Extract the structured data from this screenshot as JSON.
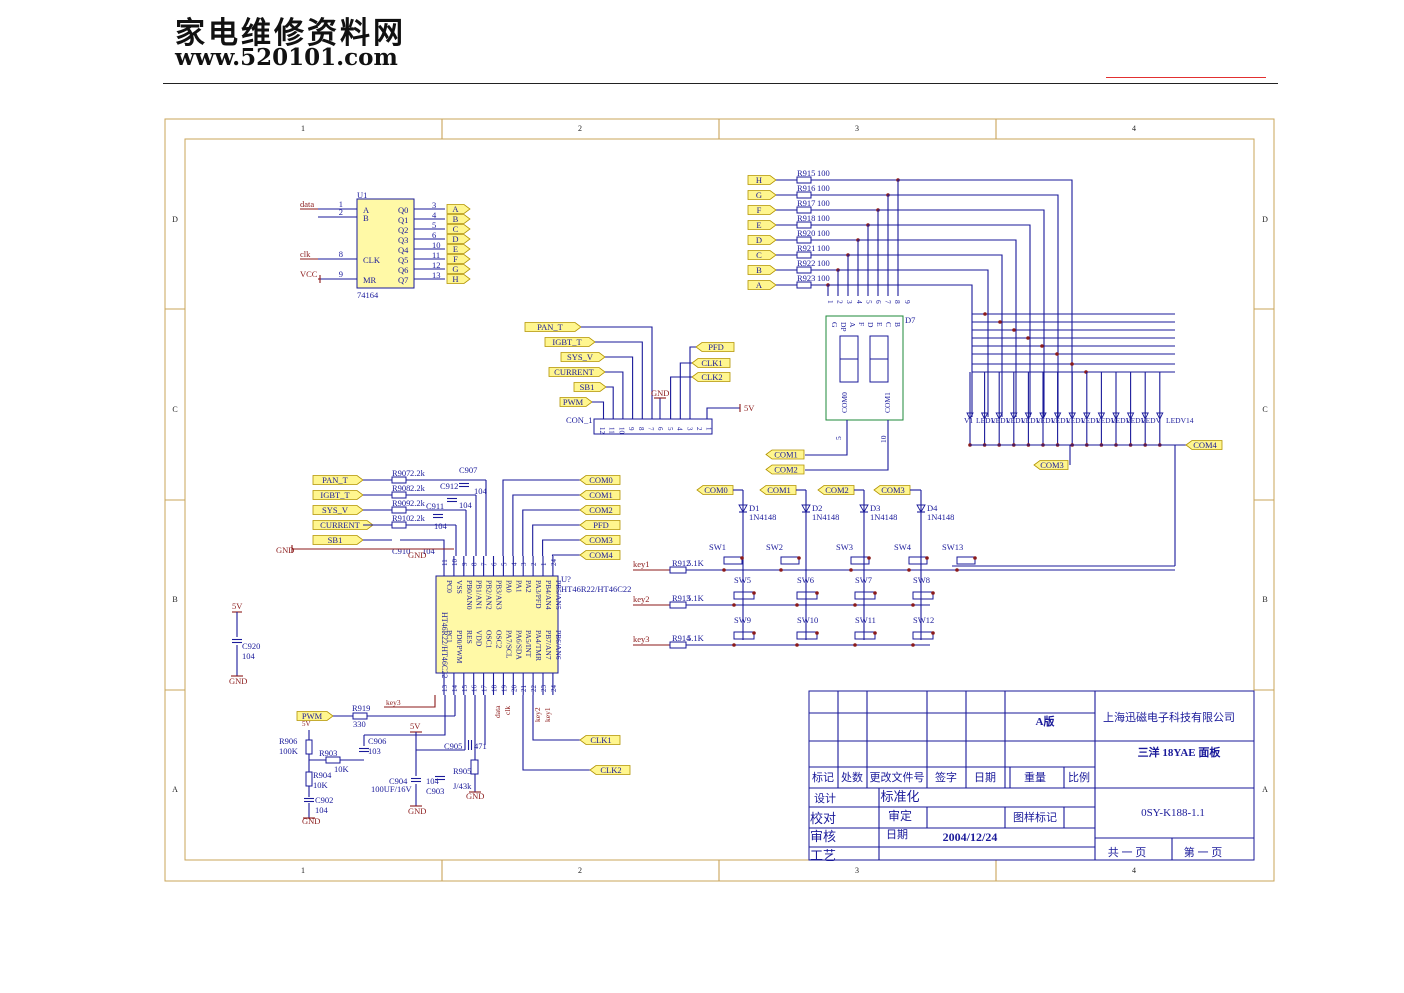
{
  "header": {
    "site_name": "家电维修资料网",
    "url": "www.520101.com"
  },
  "frame": {
    "columns": [
      "1",
      "2",
      "3",
      "4"
    ],
    "rows": [
      "D",
      "C",
      "B",
      "A"
    ]
  },
  "u1": {
    "ref": "U1",
    "part": "74164",
    "inputs": [
      {
        "num": "1",
        "name": "A",
        "net": "data"
      },
      {
        "num": "2",
        "name": "B",
        "net": ""
      },
      {
        "num": "8",
        "name": "CLK",
        "net": "clk"
      },
      {
        "num": "9",
        "name": "MR",
        "net": "VCC"
      }
    ],
    "outputs": [
      {
        "num": "3",
        "name": "Q0",
        "net": "A"
      },
      {
        "num": "4",
        "name": "Q1",
        "net": "B"
      },
      {
        "num": "5",
        "name": "Q2",
        "net": "C"
      },
      {
        "num": "6",
        "name": "Q3",
        "net": "D"
      },
      {
        "num": "10",
        "name": "Q4",
        "net": "E"
      },
      {
        "num": "11",
        "name": "Q5",
        "net": "F"
      },
      {
        "num": "12",
        "name": "Q6",
        "net": "G"
      },
      {
        "num": "13",
        "name": "Q7",
        "net": "H"
      }
    ]
  },
  "seg_res": [
    {
      "net": "H",
      "ref": "R915",
      "val": "100"
    },
    {
      "net": "G",
      "ref": "R916",
      "val": "100"
    },
    {
      "net": "F",
      "ref": "R917",
      "val": "100"
    },
    {
      "net": "E",
      "ref": "R918",
      "val": "100"
    },
    {
      "net": "D",
      "ref": "R920",
      "val": "100"
    },
    {
      "net": "C",
      "ref": "R921",
      "val": "100"
    },
    {
      "net": "B",
      "ref": "R922",
      "val": "100"
    },
    {
      "net": "A",
      "ref": "R923",
      "val": "100"
    }
  ],
  "d7": {
    "ref": "D7",
    "pins": [
      "1",
      "2",
      "3",
      "4",
      "5",
      "6",
      "7",
      "8",
      "9"
    ],
    "seg_labels": [
      "G",
      "DP",
      "A",
      "F",
      "D",
      "E",
      "C",
      "B"
    ],
    "com0": "COM0",
    "com1": "COM1",
    "com0_pin": "5",
    "com1_pin": "10"
  },
  "leds": {
    "first": "V1",
    "last": "LEDV14",
    "mid_labels": [
      "LEDV",
      "LEDV",
      "LEDV",
      "LEDV",
      "LEDV",
      "LEDV",
      "LEDV",
      "LEDV",
      "LEDV",
      "LEDV",
      "LEDV",
      "LEDV"
    ],
    "com_right": "COM4",
    "com_left": "COM3"
  },
  "com_bottom": [
    "COM1",
    "COM2"
  ],
  "connector": {
    "ref": "CON_1",
    "pins": [
      "12",
      "11",
      "10",
      "9",
      "8",
      "7",
      "6",
      "5",
      "4",
      "3",
      "2",
      "1"
    ],
    "left_nets": [
      "PAN_T",
      "IGBT_T",
      "SYS_V",
      "CURRENT",
      "SB1",
      "PWM"
    ],
    "right_nets": [
      "PFD",
      "CLK1",
      "CLK2"
    ],
    "gnd": "GND",
    "v5": "5V"
  },
  "mcu": {
    "ref": "U?",
    "part": "HT46R22/HT46C22",
    "side_label": "HT46R22/HT46C22",
    "top_pins": [
      {
        "num": "11",
        "name": "PC0"
      },
      {
        "num": "10",
        "name": "VSS"
      },
      {
        "num": "9",
        "name": "PB0/AN0"
      },
      {
        "num": "8",
        "name": "PB1/AN1"
      },
      {
        "num": "7",
        "name": "PB2/AN2"
      },
      {
        "num": "6",
        "name": "PB3/AN3"
      },
      {
        "num": "5",
        "name": "PA0"
      },
      {
        "num": "4",
        "name": "PA1"
      },
      {
        "num": "3",
        "name": "PA2"
      },
      {
        "num": "2",
        "name": "PA3/PFD"
      },
      {
        "num": "1",
        "name": "PB4/AN4"
      },
      {
        "num": "24",
        "name": "PB5/AN5"
      }
    ],
    "bottom_pins": [
      {
        "num": "13",
        "name": "PC1"
      },
      {
        "num": "14",
        "name": "PD0/PWM"
      },
      {
        "num": "15",
        "name": "RES"
      },
      {
        "num": "16",
        "name": "VDD"
      },
      {
        "num": "17",
        "name": "OSC1"
      },
      {
        "num": "18",
        "name": "OSC2"
      },
      {
        "num": "19",
        "name": "PA7/SCL"
      },
      {
        "num": "20",
        "name": "PA6/SDA"
      },
      {
        "num": "21",
        "name": "PA5/INT"
      },
      {
        "num": "22",
        "name": "PA4/TMR"
      },
      {
        "num": "23",
        "name": "PB7/AN7"
      },
      {
        "num": "24",
        "name": "PB6/AN6"
      }
    ],
    "bottom_nets": [
      "data",
      "clk",
      "key2",
      "key1"
    ],
    "key3": "key3"
  },
  "mcu_inputs": [
    {
      "net": "PAN_T",
      "ref": "R907",
      "val": "2.2k"
    },
    {
      "net": "IGBT_T",
      "ref": "R908",
      "val": "2.2k"
    },
    {
      "net": "SYS_V",
      "ref": "R909",
      "val": "2.2k"
    },
    {
      "net": "CURRENT",
      "ref": "R910",
      "val": "2.2k"
    },
    {
      "net": "SB1",
      "ref": "C910",
      "val": "104"
    }
  ],
  "mcu_caps": [
    {
      "ref": "C907",
      "val": "104"
    },
    {
      "ref": "C912",
      "val": "104"
    },
    {
      "ref": "C911",
      "val": "104"
    }
  ],
  "mcu_gnd": "GND",
  "mcu_outputs": [
    "COM0",
    "COM1",
    "COM2",
    "PFD",
    "COM3",
    "COM4"
  ],
  "mcu_clk": [
    "CLK1",
    "CLK2"
  ],
  "diodes": [
    {
      "com": "COM0",
      "ref": "D1",
      "part": "1N4148"
    },
    {
      "com": "COM1",
      "ref": "D2",
      "part": "1N4148"
    },
    {
      "com": "COM2",
      "ref": "D3",
      "part": "1N4148"
    },
    {
      "com": "COM3",
      "ref": "D4",
      "part": "1N4148"
    }
  ],
  "keys": [
    {
      "net": "key1",
      "ref": "R912",
      "val": "5.1K",
      "switches": [
        "SW1",
        "SW2",
        "SW3",
        "SW4",
        "SW13"
      ]
    },
    {
      "net": "key2",
      "ref": "R913",
      "val": "5.1K",
      "switches": [
        "SW5",
        "SW6",
        "SW7",
        "SW8"
      ]
    },
    {
      "net": "key3",
      "ref": "R914",
      "val": "5.1K",
      "switches": [
        "SW9",
        "SW10",
        "SW11",
        "SW12"
      ]
    }
  ],
  "supply_cap": {
    "v": "5V",
    "ref": "C920",
    "val": "104",
    "gnd": "GND"
  },
  "pwm_block": {
    "net": "PWM",
    "r919": "R919",
    "r919v": "330",
    "r906": "R906",
    "r906v": "100K",
    "r903": "R903",
    "r903v": "10K",
    "c906": "C906",
    "c906v": "103",
    "r904": "R904",
    "r904v": "10K",
    "c902": "C902",
    "c902v": "104",
    "gnd": "GND",
    "v5": "5V"
  },
  "reset_block": {
    "v5": "5V",
    "c904": "C904",
    "c904v": "100UF/16V",
    "c903": "C903",
    "c903v": "104",
    "c905": "C905",
    "c905v": "471",
    "r905": "R905",
    "r905v": "J/43k",
    "gnd1": "GND",
    "gnd2": "GND"
  },
  "title_block": {
    "version": "A版",
    "company": "上海迅磁电子科技有限公司",
    "product": "三洋 18YAE 面板",
    "drawing_no": "0SY-K188-1.1",
    "cols": [
      "标记",
      "处数",
      "更改文件号",
      "签字",
      "日期"
    ],
    "weight": "重量",
    "scale": "比例",
    "design": "设计",
    "standard": "标准化",
    "check": "校对",
    "approve": "审定",
    "sheet_mark": "图样标记",
    "review": "审核",
    "date_label": "日期",
    "date": "2004/12/24",
    "process": "工艺",
    "total": "共 一 页",
    "sheet": "第 一 页"
  }
}
